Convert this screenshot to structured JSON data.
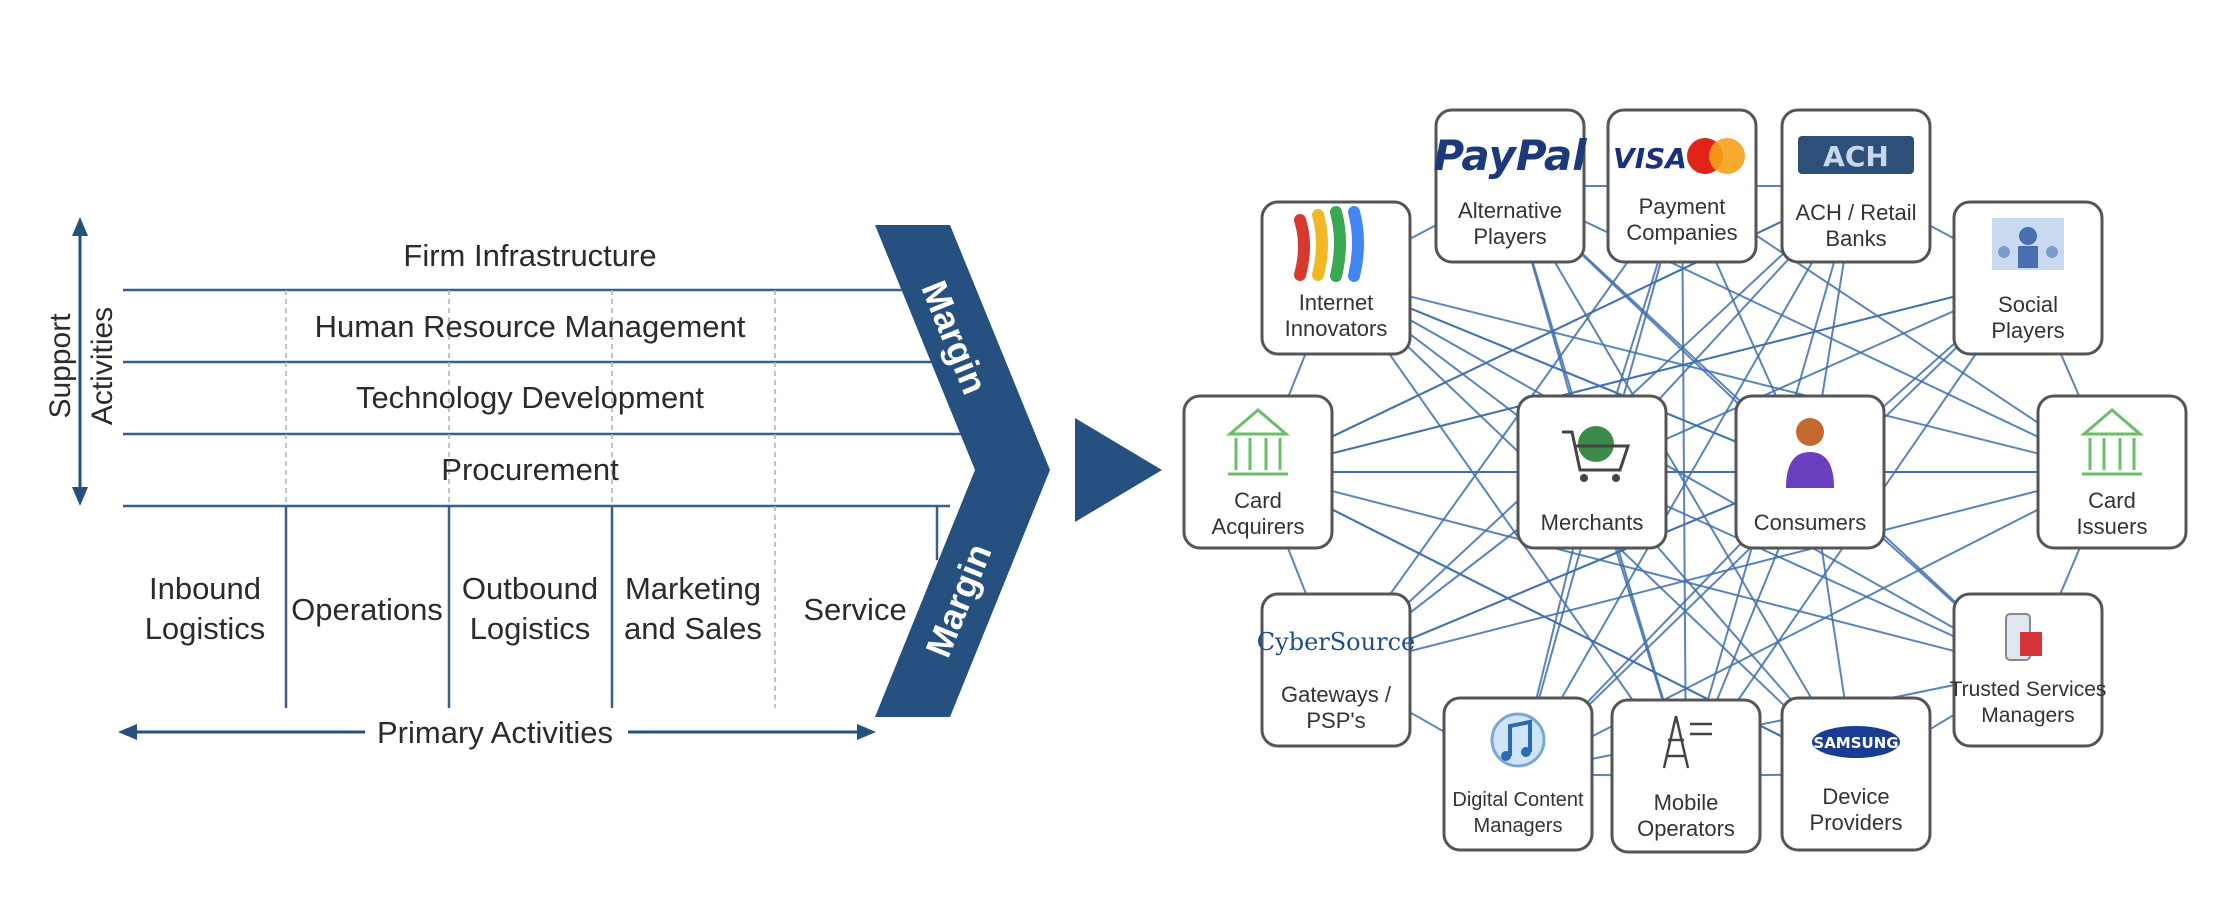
{
  "value_chain": {
    "support_label_line1": "Support",
    "support_label_line2": "Activities",
    "support_rows": [
      "Firm Infrastructure",
      "Human Resource Management",
      "Technology Development",
      "Procurement"
    ],
    "primary_columns": [
      {
        "line1": "Inbound",
        "line2": "Logistics"
      },
      {
        "line1": "Operations",
        "line2": ""
      },
      {
        "line1": "Outbound",
        "line2": "Logistics"
      },
      {
        "line1": "Marketing",
        "line2": "and Sales"
      },
      {
        "line1": "Service",
        "line2": ""
      }
    ],
    "primary_label": "Primary Activities",
    "margin_label": "Margin",
    "accent_color": "#26507f"
  },
  "ecosystem": {
    "line_color": "#3f6fb0",
    "nodes": [
      {
        "id": "paypal",
        "logo_text": "PayPal",
        "line1": "Alternative",
        "line2": "Players",
        "icon": "paypal-logo"
      },
      {
        "id": "payment",
        "logo_text": "VISA",
        "line1": "Payment",
        "line2": "Companies",
        "icon": "visa-mastercard-logo"
      },
      {
        "id": "ach",
        "logo_text": "ACH",
        "line1": "ACH / Retail",
        "line2": "Banks",
        "icon": "ach-logo"
      },
      {
        "id": "internet",
        "logo_text": "",
        "line1": "Internet",
        "line2": "Innovators",
        "icon": "google-wallet-logo"
      },
      {
        "id": "social",
        "logo_text": "",
        "line1": "Social",
        "line2": "Players",
        "icon": "social-people-icon"
      },
      {
        "id": "acquirers",
        "logo_text": "",
        "line1": "Card",
        "line2": "Acquirers",
        "icon": "bank-building-icon"
      },
      {
        "id": "merchants",
        "logo_text": "",
        "line1": "Merchants",
        "line2": "",
        "icon": "shopping-cart-globe-icon"
      },
      {
        "id": "consumers",
        "logo_text": "",
        "line1": "Consumers",
        "line2": "",
        "icon": "person-icon"
      },
      {
        "id": "issuers",
        "logo_text": "",
        "line1": "Card",
        "line2": "Issuers",
        "icon": "bank-building-icon"
      },
      {
        "id": "gateways",
        "logo_text": "CyberSource",
        "line1": "Gateways /",
        "line2": "PSP's",
        "icon": "cybersource-logo"
      },
      {
        "id": "tsm",
        "logo_text": "",
        "line1": "Trusted Services",
        "line2": "Managers",
        "icon": "phone-card-icon"
      },
      {
        "id": "digital",
        "logo_text": "",
        "line1": "Digital Content",
        "line2": "Managers",
        "icon": "itunes-note-icon"
      },
      {
        "id": "mobile",
        "logo_text": "",
        "line1": "Mobile",
        "line2": "Operators",
        "icon": "cell-tower-icon"
      },
      {
        "id": "device",
        "logo_text": "SAMSUNG",
        "line1": "Device",
        "line2": "Providers",
        "icon": "samsung-logo"
      }
    ]
  }
}
